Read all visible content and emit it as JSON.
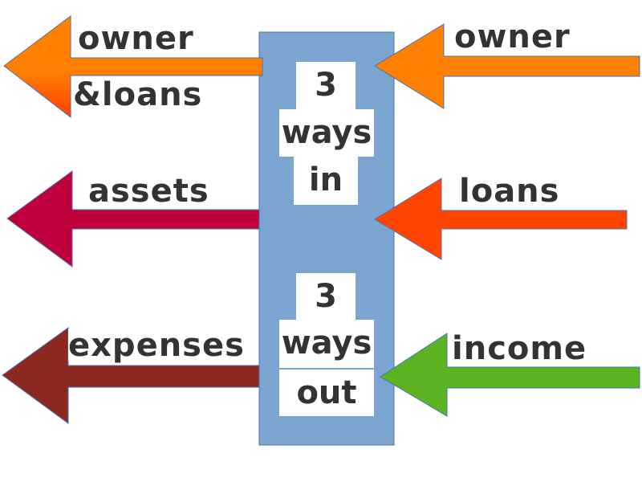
{
  "center": {
    "in": {
      "line1": "3",
      "line2": "ways",
      "line3": "in"
    },
    "out": {
      "line1": "3",
      "line2": "ways",
      "line3": "out"
    },
    "color": "#7ba4d0"
  },
  "left_arrows": [
    {
      "label1": "owner",
      "label2": "&loans",
      "color": "#ff7f00"
    },
    {
      "label1": "assets",
      "color": "#c0003c"
    },
    {
      "label1": "expenses",
      "color": "#8b2820"
    }
  ],
  "right_arrows": [
    {
      "label1": "owner",
      "color": "#ff7f00"
    },
    {
      "label1": "loans",
      "color": "#ff4500"
    },
    {
      "label1": "income",
      "color": "#5bb31f"
    }
  ]
}
